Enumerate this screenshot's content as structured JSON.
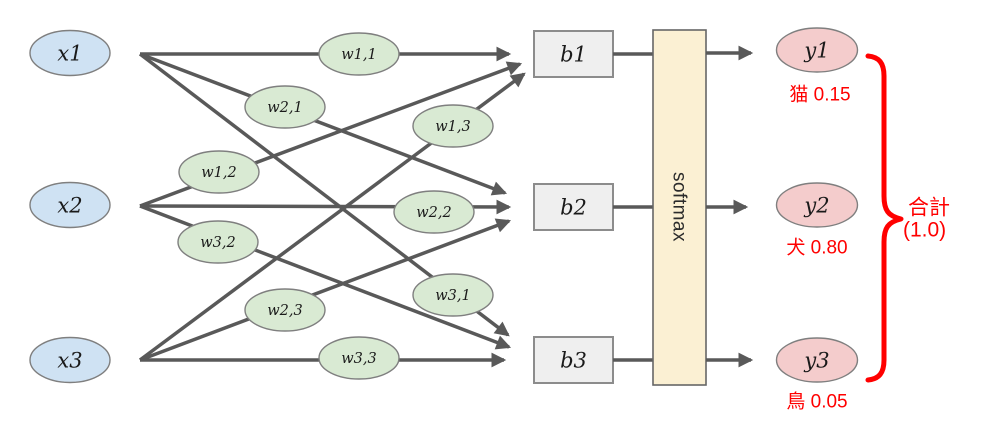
{
  "diagram": {
    "inputs": [
      {
        "label": "x1"
      },
      {
        "label": "x2"
      },
      {
        "label": "x3"
      }
    ],
    "weights": [
      {
        "label": "w1,1"
      },
      {
        "label": "w2,1"
      },
      {
        "label": "w1,3"
      },
      {
        "label": "w1,2"
      },
      {
        "label": "w2,2"
      },
      {
        "label": "w3,2"
      },
      {
        "label": "w3,1"
      },
      {
        "label": "w2,3"
      },
      {
        "label": "w3,3"
      }
    ],
    "biases": [
      {
        "label": "b1"
      },
      {
        "label": "b2"
      },
      {
        "label": "b3"
      }
    ],
    "activation": {
      "label": "softmax"
    },
    "outputs": [
      {
        "label": "y1",
        "annotation": "猫 0.15"
      },
      {
        "label": "y2",
        "annotation": "犬 0.80"
      },
      {
        "label": "y3",
        "annotation": "鳥 0.05"
      }
    ],
    "total": {
      "line1": "合計",
      "line2": "(1.0)"
    },
    "colors": {
      "input_fill": "#cfe2f3",
      "weight_fill": "#d9ead3",
      "output_fill": "#f4cccc",
      "bias_fill": "#efefef",
      "softmax_fill": "#fbf0d3",
      "edge_gray": "#595959",
      "accent_red": "#ff0000"
    }
  }
}
